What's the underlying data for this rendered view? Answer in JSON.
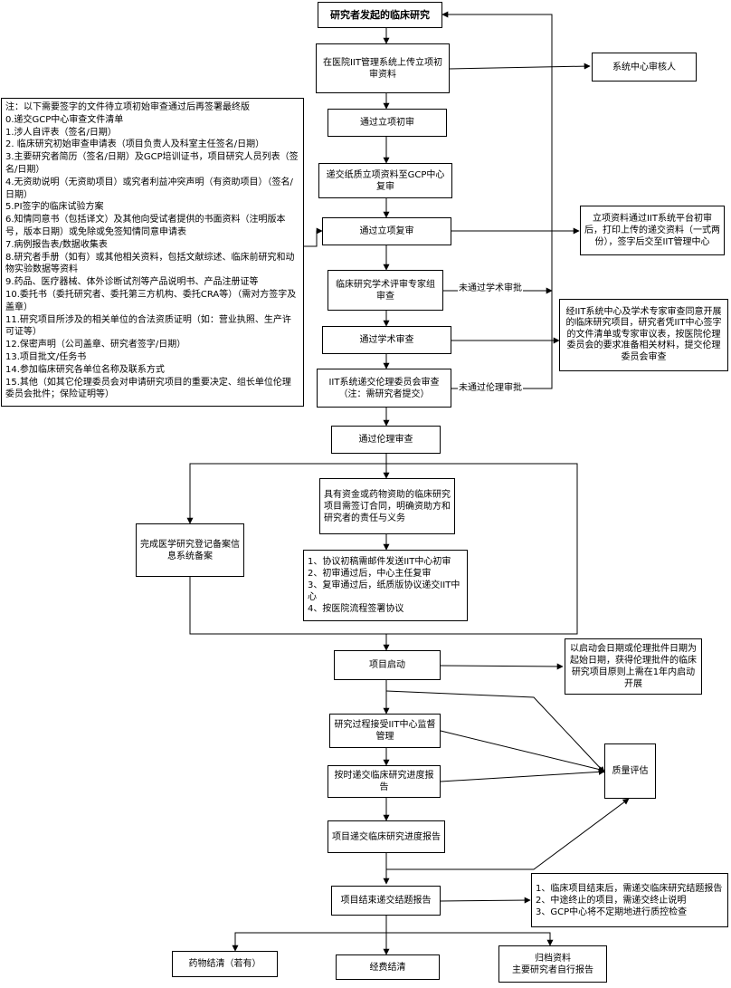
{
  "title": "研究者发起的临床研究",
  "nodes": {
    "upload": "在医院IIT管理系统上传立项初审资料",
    "center_review": "系统中心审核人",
    "pass_initial": "通过立项初审",
    "submit_paper": "递交纸质立项资料至GCP中心复审",
    "pass_recheck": "通过立项复审",
    "print_note": "立项资料通过IIT系统平台初审后，打印上传的递交资料（一式两份），签字后交至IIT管理中心",
    "expert_review": "临床研究学术评审专家组审查",
    "pass_academic": "通过学术审查",
    "ethics_note": "经IIT系统中心及学术专家审查同意开展的临床研究项目，研究者凭IIT中心签字的文件清单或专家审议表，按医院伦理委员会的要求准备相关材料，提交伦理委员会审查",
    "ethics_submit": "IIT系统递交伦理委员会审查（注：需研究者提交）",
    "pass_ethics": "通过伦理审查",
    "contract": "具有资金或药物资助的临床研究项目需签订合同，明确资助方和研究者的责任与义务",
    "registry": "完成医学研究登记备案信息系统备案",
    "project_start": "项目启动",
    "start_note": "以启动会日期或伦理批件日期为起始日期，获得伦理批件的临床研究项目原则上需在1年内启动开展",
    "supervision": "研究过程接受IIT中心监督管理",
    "progress_timely": "按时递交临床研究进度报告",
    "progress_report": "项目递交临床研究进度报告",
    "quality": "质量评估",
    "final_report": "项目结束递交结题报告",
    "drug_clear": "药物结清（若有）",
    "fund_clear": "经费结清",
    "archive_line1": "归档资料",
    "archive_line2": "主要研究者自行报告"
  },
  "contract_steps": [
    "1、协议初稿需邮件发送IIT中心初审",
    "2、初审通过后，中心主任复审",
    "3、复审通过后，纸质版协议递交IIT中心",
    "4、按医院流程签署协议"
  ],
  "final_notes": [
    "1、临床项目结束后，需递交临床研究结题报告",
    "2、中途终止的项目，需递交终止说明",
    "3、GCP中心将不定期地进行质控检查"
  ],
  "notes_list": [
    "注：以下需要签字的文件待立项初始审查通过后再签署最终版",
    "0.递交GCP中心审查文件清单",
    "1.涉人自评表（签名/日期）",
    "2. 临床研究初始审查申请表（项目负责人及科室主任签名/日期）",
    "3.主要研究者简历（签名/日期）及GCP培训证书，项目研究人员列表（签名/日期）",
    "4.无资助说明（无资助项目）或究者利益冲突声明（有资助项目）（签名/日期）",
    "5.PI签字的临床试验方案",
    "6.知情同意书（包括译文）及其他向受试者提供的书面资料（注明版本号，版本日期）或免除或免签知情同意申请表",
    "7.病例报告表/数据收集表",
    "8.研究者手册（如有）或其他相关资料，包括文献综述、临床前研究和动物实验数据等资料",
    "9.药品、医疗器械、体外诊断试剂等产品说明书、产品注册证等",
    "10.委托书（委托研究者、委托第三方机构、委托CRA等）（需对方签字及盖章）",
    "11.研究项目所涉及的相关单位的合法资质证明（如：营业执照、生产许可证等）",
    "12.保密声明（公司盖章、研究者签字/日期）",
    "13.项目批文/任务书",
    "14.参加临床研究各单位名称及联系方式",
    "15.其他（如其它伦理委员会对申请研究项目的重要决定、组长单位伦理委员会批件；保险证明等）"
  ],
  "edge_labels": {
    "fail_academic": "未通过学术审批",
    "fail_ethics": "未通过伦理审批"
  }
}
